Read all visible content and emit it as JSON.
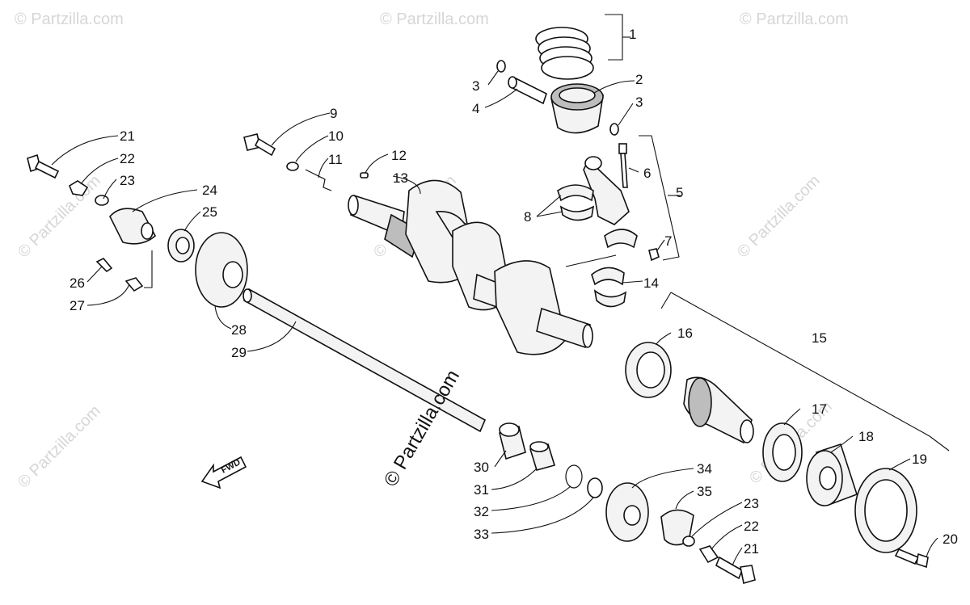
{
  "watermark": {
    "main": "© Partzilla.com",
    "small": "© Partzilla.com"
  },
  "fwd_label": "FWD",
  "callouts": {
    "c1": "1",
    "c2": "2",
    "c3a": "3",
    "c3b": "3",
    "c4": "4",
    "c5": "5",
    "c6": "6",
    "c7": "7",
    "c8": "8",
    "c9": "9",
    "c10": "10",
    "c11": "11",
    "c12": "12",
    "c13": "13",
    "c14": "14",
    "c15": "15",
    "c16": "16",
    "c17": "17",
    "c18": "18",
    "c19": "19",
    "c20": "20",
    "c21a": "21",
    "c21b": "21",
    "c22a": "22",
    "c22b": "22",
    "c23a": "23",
    "c23b": "23",
    "c24": "24",
    "c25": "25",
    "c26": "26",
    "c27": "27",
    "c28": "28",
    "c29": "29",
    "c30": "30",
    "c31": "31",
    "c32": "32",
    "c33": "33",
    "c34": "34",
    "c35": "35"
  }
}
